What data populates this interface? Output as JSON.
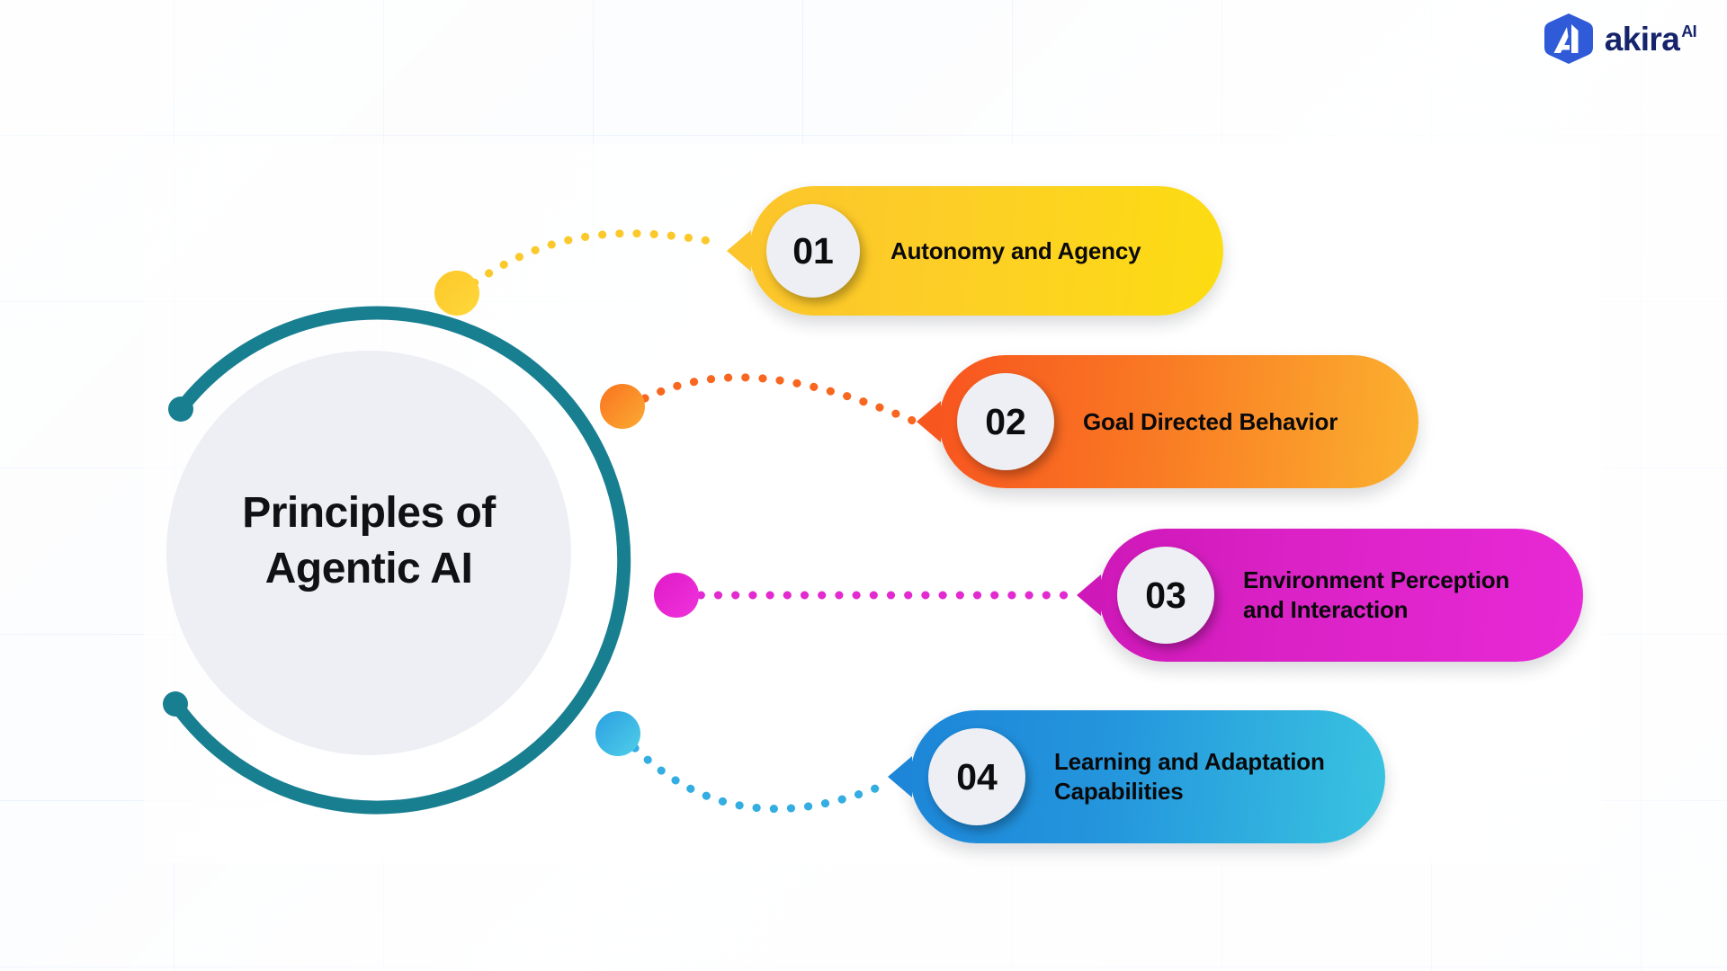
{
  "brand": {
    "name": "akira",
    "superscript": "AI",
    "mark_icon": "akira-hexagon-logo-icon",
    "color": "#16246b",
    "mark_color": "#2f5bd8"
  },
  "center": {
    "title_line1": "Principles of",
    "title_line2": "Agentic AI",
    "inner_circle_color": "#edeff4",
    "ring_color": "#187f91"
  },
  "background": {
    "base_color": "#fbfcfe",
    "grid_line_color": "#d2e2fa"
  },
  "nodes": [
    {
      "name": "node-01",
      "color": "#fcc52b"
    },
    {
      "name": "node-02",
      "color": "#f97a26"
    },
    {
      "name": "node-03",
      "color": "#e22ad0"
    },
    {
      "name": "node-04",
      "color": "#3aaee4"
    }
  ],
  "connectors": [
    {
      "name": "connector-01",
      "color": "#fbc92b",
      "style": "dotted-curve"
    },
    {
      "name": "connector-02",
      "color": "#f86a22",
      "style": "dotted-curve"
    },
    {
      "name": "connector-03",
      "color": "#e22ad0",
      "style": "dotted-straight"
    },
    {
      "name": "connector-04",
      "color": "#34ade2",
      "style": "dotted-curve"
    }
  ],
  "cards": [
    {
      "number": "01",
      "label": "Autonomy and Agency",
      "label_line1": "Autonomy and Agency",
      "label_line2": "",
      "color_start": "#fcc52b",
      "color_end": "#fcdc12"
    },
    {
      "number": "02",
      "label": "Goal Directed Behavior",
      "label_line1": "Goal Directed Behavior",
      "label_line2": "",
      "color_start": "#f8551f",
      "color_end": "#fbb12f"
    },
    {
      "number": "03",
      "label": "Environment Perception and Interaction",
      "label_line1": "Environment Perception",
      "label_line2": "and Interaction",
      "color_start": "#cf18b8",
      "color_end": "#e829d6"
    },
    {
      "number": "04",
      "label": "Learning and Adaptation Capabilities",
      "label_line1": "Learning and Adaptation",
      "label_line2": "Capabilities",
      "color_start": "#1d86d8",
      "color_end": "#39c3e0"
    }
  ]
}
